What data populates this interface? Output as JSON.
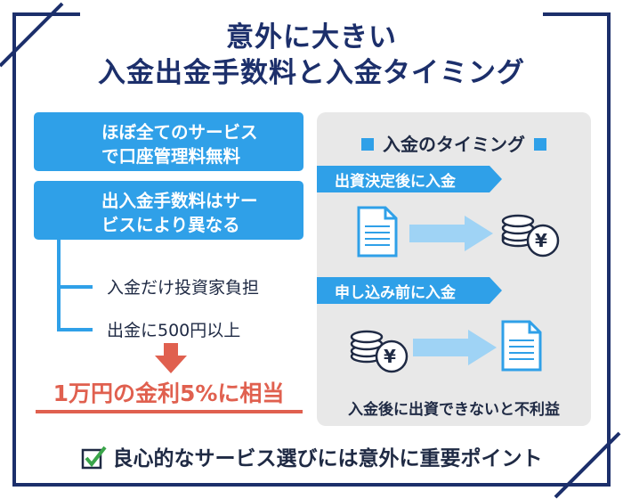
{
  "title": {
    "line1": "意外に大きい",
    "line2": "入金出金手数料と入金タイミング"
  },
  "left": {
    "pill1": [
      "ほぼ全てのサービス",
      "で口座管理料無料"
    ],
    "pill2": [
      "出入金手数料はサー",
      "ビスにより異なる"
    ],
    "branch1": "入金だけ投資家負担",
    "branch2": "出金に500円以上",
    "highlight": "1万円の金利5%に相当"
  },
  "panel": {
    "title": "入金のタイミング",
    "tag1": "出資決定後に入金",
    "tag2": "申し込み前に入金",
    "yen": "¥",
    "footer": "入金後に出資できないと不利益"
  },
  "bottom": {
    "text": "良心的なサービス選びには意外に重要ポイント"
  },
  "colors": {
    "navy": "#1c2f6b",
    "blue": "#2fa0e8",
    "red": "#e0604f",
    "panel_bg": "#e8e8e8"
  }
}
